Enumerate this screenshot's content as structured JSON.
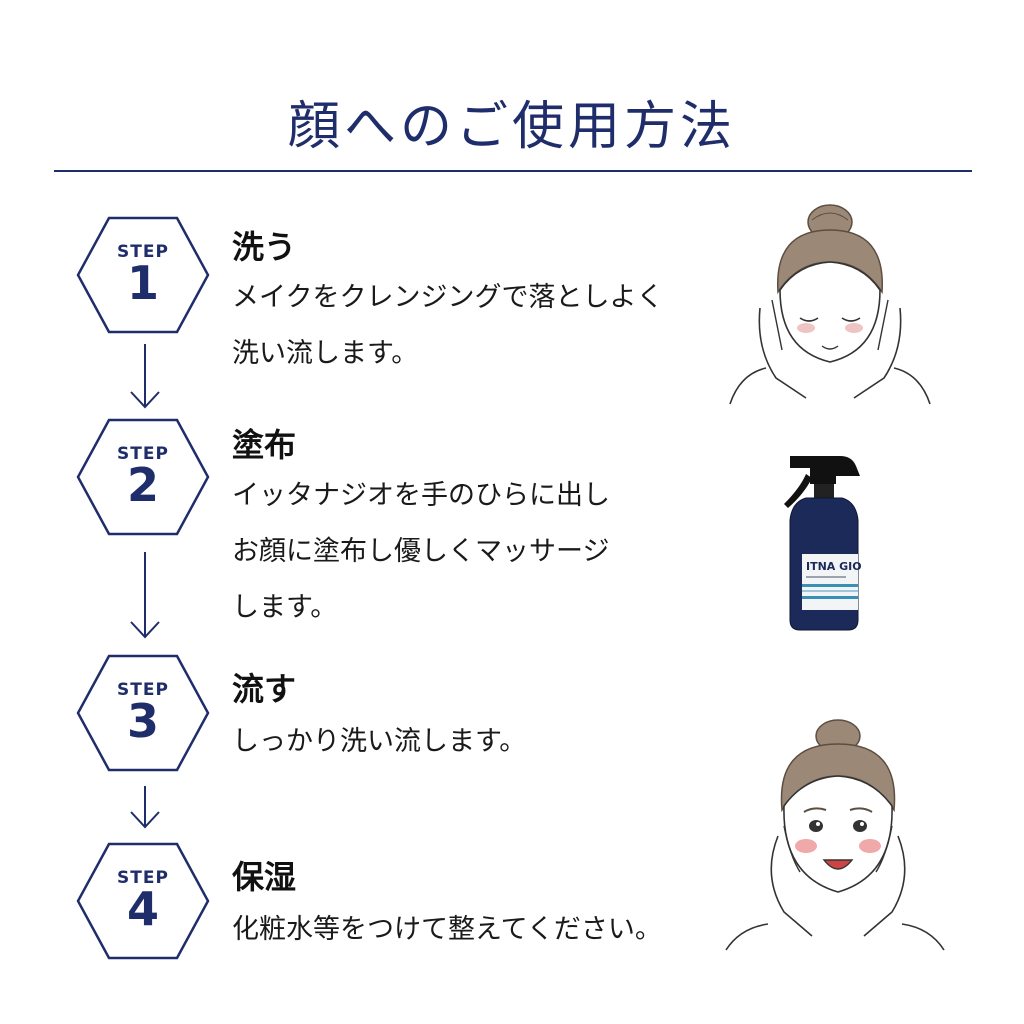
{
  "title": "顔へのご使用方法",
  "steps": [
    {
      "badge": "STEP",
      "number": "1",
      "heading": "洗う",
      "lines": [
        "メイクをクレンジングで落としよく",
        "洗い流します。"
      ]
    },
    {
      "badge": "STEP",
      "number": "2",
      "heading": "塗布",
      "lines": [
        "イッタナジオを手のひらに出し",
        "お顔に塗布し優しくマッサージ",
        "します。"
      ]
    },
    {
      "badge": "STEP",
      "number": "3",
      "heading": "流す",
      "lines": [
        "しっかり洗い流します。"
      ]
    },
    {
      "badge": "STEP",
      "number": "4",
      "heading": "保湿",
      "lines": [
        "化粧水等をつけて整えてください。"
      ]
    }
  ],
  "product": {
    "label": "ITNA GIO"
  },
  "colors": {
    "navy": "#1f2d6b",
    "text": "#1a1a1a",
    "hair": "#9b8876",
    "cheek": "#f0a8a8",
    "bottle": "#1c2a5a"
  },
  "icons": [
    "face-washing-illustration",
    "spray-bottle-illustration",
    "smiling-face-illustration",
    "down-arrow-icon"
  ]
}
